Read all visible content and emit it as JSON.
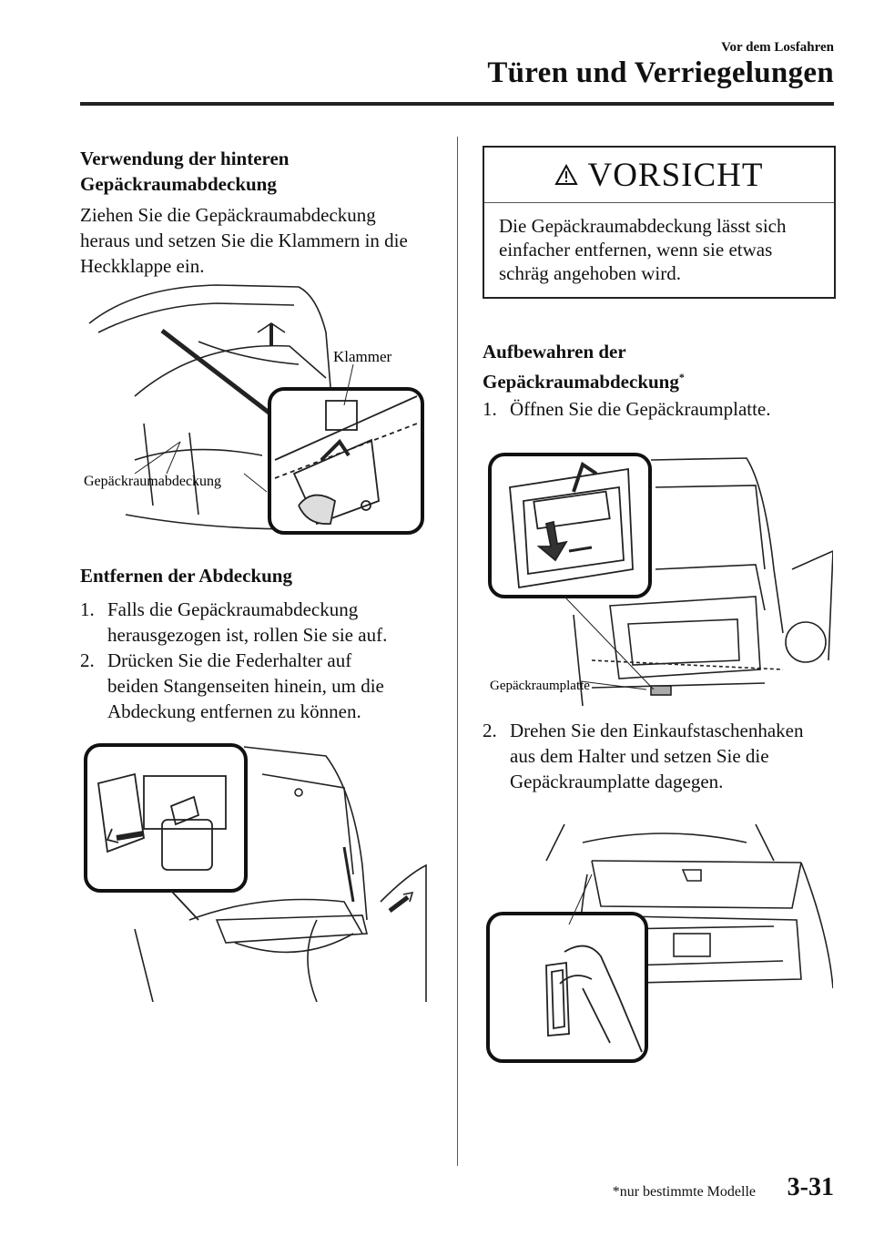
{
  "header": {
    "kicker": "Vor dem Losfahren",
    "title": "Türen und Verriegelungen"
  },
  "left": {
    "section1_heading_line1": "Verwendung der hinteren",
    "section1_heading_line2": "Gepäckraumabdeckung",
    "section1_text_line1": "Ziehen Sie die Gepäckraumabdeckung",
    "section1_text_line2": "heraus und setzen Sie die Klammern in die",
    "section1_text_line3": "Heckklappe ein.",
    "figure1_label_clip": "Klammer",
    "figure1_label_cover": "Gepäckraumabdeckung",
    "section2_heading": "Entfernen der Abdeckung",
    "steps": [
      {
        "num": "1.",
        "line1": "Falls die Gepäckraumabdeckung",
        "line2": "herausgezogen ist, rollen Sie sie auf."
      },
      {
        "num": "2.",
        "line1": "Drücken Sie die Federhalter auf",
        "line2": "beiden Stangenseiten hinein, um die",
        "line3": "Abdeckung entfernen zu können."
      }
    ]
  },
  "right": {
    "caution_title": "VORSICHT",
    "caution_line1": "Die Gepäckraumabdeckung lässt sich",
    "caution_line2": "einfacher entfernen, wenn sie etwas",
    "caution_line3": "schräg angehoben wird.",
    "section3_heading_line1": "Aufbewahren der",
    "section3_heading_line2": "Gepäckraumabdeckung",
    "section3_heading_mark": "*",
    "step1_num": "1.",
    "step1_text": "Öffnen Sie die Gepäckraumplatte.",
    "figure3_label": "Gepäckraumplatte",
    "step2_num": "2.",
    "step2_line1": "Drehen Sie den Einkaufstaschenhaken",
    "step2_line2": "aus dem Halter und setzen Sie die",
    "step2_line3": "Gepäckraumplatte dagegen."
  },
  "footer": {
    "note": "*nur bestimmte Modelle",
    "page": "3-31"
  }
}
